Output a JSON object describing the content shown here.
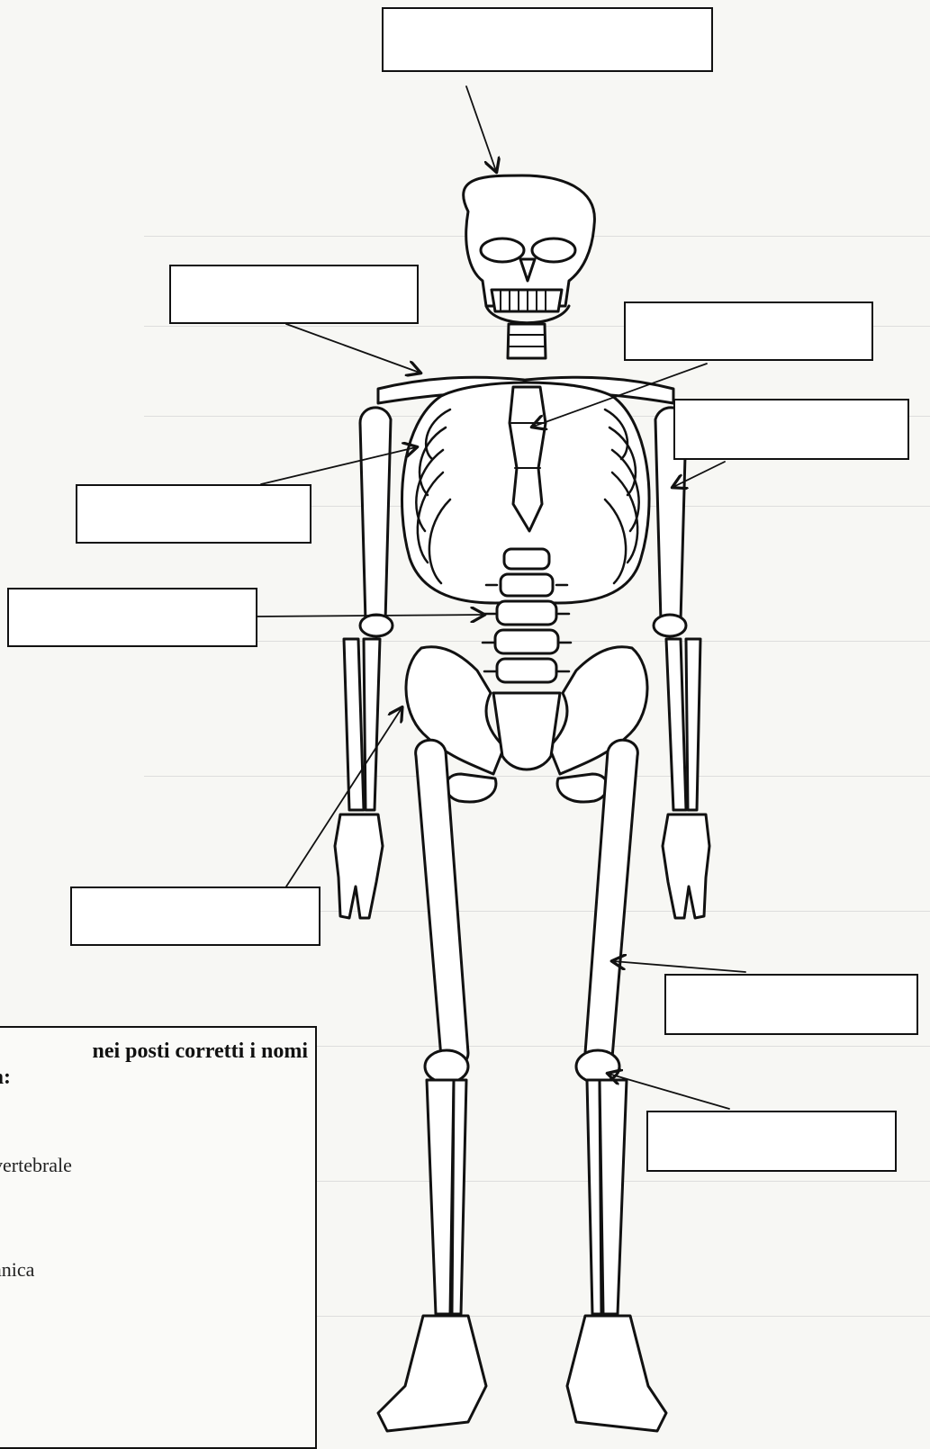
{
  "instructions": {
    "title_line1": "nei posti corretti i nomi",
    "title_line2": "a:",
    "items": [
      "vertebrale",
      "anica"
    ]
  },
  "label_boxes": [
    {
      "id": "skull",
      "text": ""
    },
    {
      "id": "clavicle",
      "text": ""
    },
    {
      "id": "sternum",
      "text": ""
    },
    {
      "id": "humerus",
      "text": ""
    },
    {
      "id": "ribs",
      "text": ""
    },
    {
      "id": "spine",
      "text": ""
    },
    {
      "id": "pelvis",
      "text": ""
    },
    {
      "id": "femur",
      "text": ""
    },
    {
      "id": "patella",
      "text": ""
    }
  ]
}
